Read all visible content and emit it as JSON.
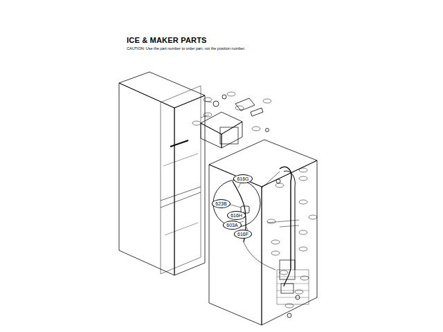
{
  "diagram": {
    "title": "ICE & MAKER PARTS",
    "nodes": [
      {
        "text": [
          "616G"
        ]
      },
      {
        "text": [
          "623B"
        ]
      },
      {
        "text": [
          "616H"
        ]
      },
      {
        "text": [
          "603A"
        ]
      },
      {
        "text": [
          "616F"
        ]
      }
    ],
    "labels": [
      "CAUTION: Use the part number to order part, not the position number."
    ]
  }
}
